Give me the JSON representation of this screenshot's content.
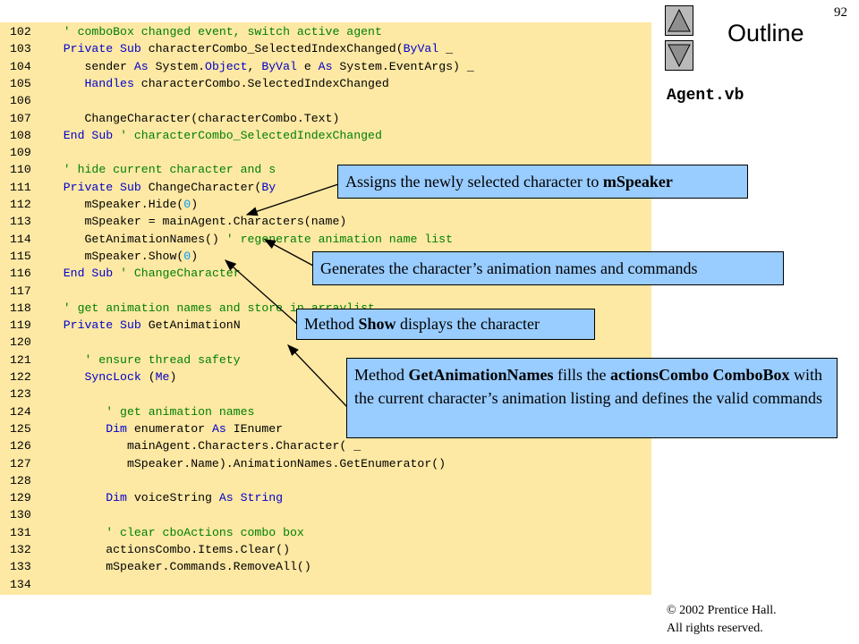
{
  "header": {
    "page_number": "92",
    "outline_title": "Outline",
    "file_name": "Agent.vb"
  },
  "navigation": {
    "up_icon": "triangle-up-icon",
    "down_icon": "triangle-down-icon"
  },
  "colors": {
    "code_background": "#fde8a4",
    "callout_background": "#99ccff",
    "comment": "#008000",
    "keyword": "#0000cc",
    "number": "#0099ff"
  },
  "code_lines": [
    {
      "n": "102",
      "indent": 1,
      "tokens": [
        {
          "t": "' comboBox changed event, switch active agent",
          "c": "cm"
        }
      ]
    },
    {
      "n": "103",
      "indent": 1,
      "tokens": [
        {
          "t": "Private Sub",
          "c": "kw"
        },
        {
          "t": " characterCombo_SelectedIndexChanged(",
          "c": ""
        },
        {
          "t": "ByVal",
          "c": "kw"
        },
        {
          "t": " _",
          "c": ""
        }
      ]
    },
    {
      "n": "104",
      "indent": 2,
      "tokens": [
        {
          "t": "sender ",
          "c": ""
        },
        {
          "t": "As",
          "c": "kw"
        },
        {
          "t": " System.",
          "c": ""
        },
        {
          "t": "Object",
          "c": "kw"
        },
        {
          "t": ", ",
          "c": ""
        },
        {
          "t": "ByVal",
          "c": "kw"
        },
        {
          "t": " e ",
          "c": ""
        },
        {
          "t": "As",
          "c": "kw"
        },
        {
          "t": " System.EventArgs) _",
          "c": ""
        }
      ]
    },
    {
      "n": "105",
      "indent": 2,
      "tokens": [
        {
          "t": "Handles",
          "c": "kw"
        },
        {
          "t": " characterCombo.SelectedIndexChanged",
          "c": ""
        }
      ]
    },
    {
      "n": "106",
      "indent": 0,
      "tokens": []
    },
    {
      "n": "107",
      "indent": 2,
      "tokens": [
        {
          "t": "ChangeCharacter(characterCombo.Text)",
          "c": ""
        }
      ]
    },
    {
      "n": "108",
      "indent": 1,
      "tokens": [
        {
          "t": "End Sub",
          "c": "kw"
        },
        {
          "t": " ' characterCombo_SelectedIndexChanged",
          "c": "cm"
        }
      ]
    },
    {
      "n": "109",
      "indent": 0,
      "tokens": []
    },
    {
      "n": "110",
      "indent": 1,
      "tokens": [
        {
          "t": "' hide current character and s",
          "c": "cm"
        }
      ]
    },
    {
      "n": "111",
      "indent": 1,
      "tokens": [
        {
          "t": "Private Sub",
          "c": "kw"
        },
        {
          "t": " ChangeCharacter(",
          "c": ""
        },
        {
          "t": "By",
          "c": "kw"
        }
      ]
    },
    {
      "n": "112",
      "indent": 2,
      "tokens": [
        {
          "t": "mSpeaker.Hide(",
          "c": ""
        },
        {
          "t": "0",
          "c": "nm"
        },
        {
          "t": ")",
          "c": ""
        }
      ]
    },
    {
      "n": "113",
      "indent": 2,
      "tokens": [
        {
          "t": "mSpeaker = mainAgent.Characters(name)",
          "c": ""
        }
      ]
    },
    {
      "n": "114",
      "indent": 2,
      "tokens": [
        {
          "t": "GetAnimationNames() ",
          "c": ""
        },
        {
          "t": "' regenerate animation name list",
          "c": "cm"
        }
      ]
    },
    {
      "n": "115",
      "indent": 2,
      "tokens": [
        {
          "t": "mSpeaker.Show(",
          "c": ""
        },
        {
          "t": "0",
          "c": "nm"
        },
        {
          "t": ")",
          "c": ""
        }
      ]
    },
    {
      "n": "116",
      "indent": 1,
      "tokens": [
        {
          "t": "End Sub",
          "c": "kw"
        },
        {
          "t": " ' ChangeCharacter",
          "c": "cm"
        }
      ]
    },
    {
      "n": "117",
      "indent": 0,
      "tokens": []
    },
    {
      "n": "118",
      "indent": 1,
      "tokens": [
        {
          "t": "' get animation names and store in arraylist",
          "c": "cm"
        }
      ]
    },
    {
      "n": "119",
      "indent": 1,
      "tokens": [
        {
          "t": "Private Sub",
          "c": "kw"
        },
        {
          "t": " GetAnimationN",
          "c": ""
        }
      ]
    },
    {
      "n": "120",
      "indent": 0,
      "tokens": []
    },
    {
      "n": "121",
      "indent": 2,
      "tokens": [
        {
          "t": "' ensure thread safety",
          "c": "cm"
        }
      ]
    },
    {
      "n": "122",
      "indent": 2,
      "tokens": [
        {
          "t": "SyncLock",
          "c": "kw"
        },
        {
          "t": " (",
          "c": ""
        },
        {
          "t": "Me",
          "c": "kw"
        },
        {
          "t": ")",
          "c": ""
        }
      ]
    },
    {
      "n": "123",
      "indent": 0,
      "tokens": []
    },
    {
      "n": "124",
      "indent": 3,
      "tokens": [
        {
          "t": "' get animation names",
          "c": "cm"
        }
      ]
    },
    {
      "n": "125",
      "indent": 3,
      "tokens": [
        {
          "t": "Dim",
          "c": "kw"
        },
        {
          "t": " enumerator ",
          "c": ""
        },
        {
          "t": "As",
          "c": "kw"
        },
        {
          "t": " IEnumer",
          "c": ""
        }
      ]
    },
    {
      "n": "126",
      "indent": 4,
      "tokens": [
        {
          "t": "mainAgent.Characters.Character( _",
          "c": ""
        }
      ]
    },
    {
      "n": "127",
      "indent": 4,
      "tokens": [
        {
          "t": "mSpeaker.Name).AnimationNames.GetEnumerator()",
          "c": ""
        }
      ]
    },
    {
      "n": "128",
      "indent": 0,
      "tokens": []
    },
    {
      "n": "129",
      "indent": 3,
      "tokens": [
        {
          "t": "Dim",
          "c": "kw"
        },
        {
          "t": " voiceString ",
          "c": ""
        },
        {
          "t": "As String",
          "c": "kw"
        }
      ]
    },
    {
      "n": "130",
      "indent": 0,
      "tokens": []
    },
    {
      "n": "131",
      "indent": 3,
      "tokens": [
        {
          "t": "' clear cboActions combo box",
          "c": "cm"
        }
      ]
    },
    {
      "n": "132",
      "indent": 3,
      "tokens": [
        {
          "t": "actionsCombo.Items.Clear()",
          "c": ""
        }
      ]
    },
    {
      "n": "133",
      "indent": 3,
      "tokens": [
        {
          "t": "mSpeaker.Commands.RemoveAll()",
          "c": ""
        }
      ]
    },
    {
      "n": "134",
      "indent": 0,
      "tokens": []
    }
  ],
  "callouts": [
    {
      "parts": [
        {
          "t": "Assigns the newly selected character to ",
          "b": false
        },
        {
          "t": "mSpeaker",
          "b": true
        }
      ]
    },
    {
      "parts": [
        {
          "t": "Generates the character’s animation names and commands",
          "b": false
        }
      ]
    },
    {
      "parts": [
        {
          "t": "Method ",
          "b": false
        },
        {
          "t": "Show",
          "b": true
        },
        {
          "t": " displays the character",
          "b": false
        }
      ]
    },
    {
      "parts": [
        {
          "t": "Method ",
          "b": false
        },
        {
          "t": "GetAnimationNames",
          "b": true
        },
        {
          "t": " fills the ",
          "b": false
        },
        {
          "t": "actionsCombo ComboBox",
          "b": true
        },
        {
          "t": " with the current character’s animation listing and defines the valid commands",
          "b": false
        }
      ]
    }
  ],
  "footer": {
    "copyright_line1": "© 2002 Prentice Hall.",
    "copyright_line2": "All rights reserved."
  }
}
